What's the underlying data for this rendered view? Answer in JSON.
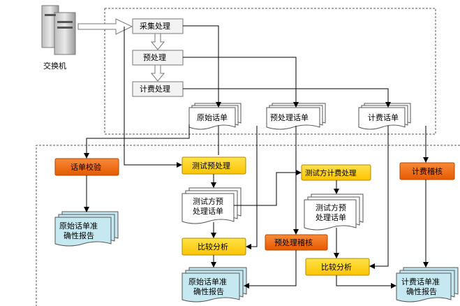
{
  "switch": {
    "label": "交换机"
  },
  "process": {
    "collect": "采集处理",
    "preprocess": "预处理",
    "billing": "计费处理"
  },
  "docs": {
    "raw_cdr": "原始话单",
    "pre_cdr": "预处理话单",
    "bill_cdr": "计费话单",
    "test_pre_cdr_1": "测试方预",
    "test_pre_cdr_2": "处理话单",
    "test_bill_cdr_1": "测试方预",
    "test_bill_cdr_2": "处理话单"
  },
  "steps": {
    "cdr_check": "话单校验",
    "test_preprocess": "测试预处理",
    "test_billing": "测试方计费处理",
    "billing_audit": "计费稽核",
    "compare_1": "比较分析",
    "pre_audit": "预处理稽核",
    "compare_2": "比较分析"
  },
  "reports": {
    "raw_report_left_1": "原始话单准",
    "raw_report_left_2": "确性报告",
    "raw_report_mid_1": "原始话单准",
    "raw_report_mid_2": "确性报告",
    "bill_report_1": "计费话单准",
    "bill_report_2": "确性报告"
  },
  "colors": {
    "orange_box": "#f26a10",
    "yellow_box": "#ffd11a",
    "doc_fill": "#c6e8f0",
    "gray_box": "#f3f3f3"
  }
}
